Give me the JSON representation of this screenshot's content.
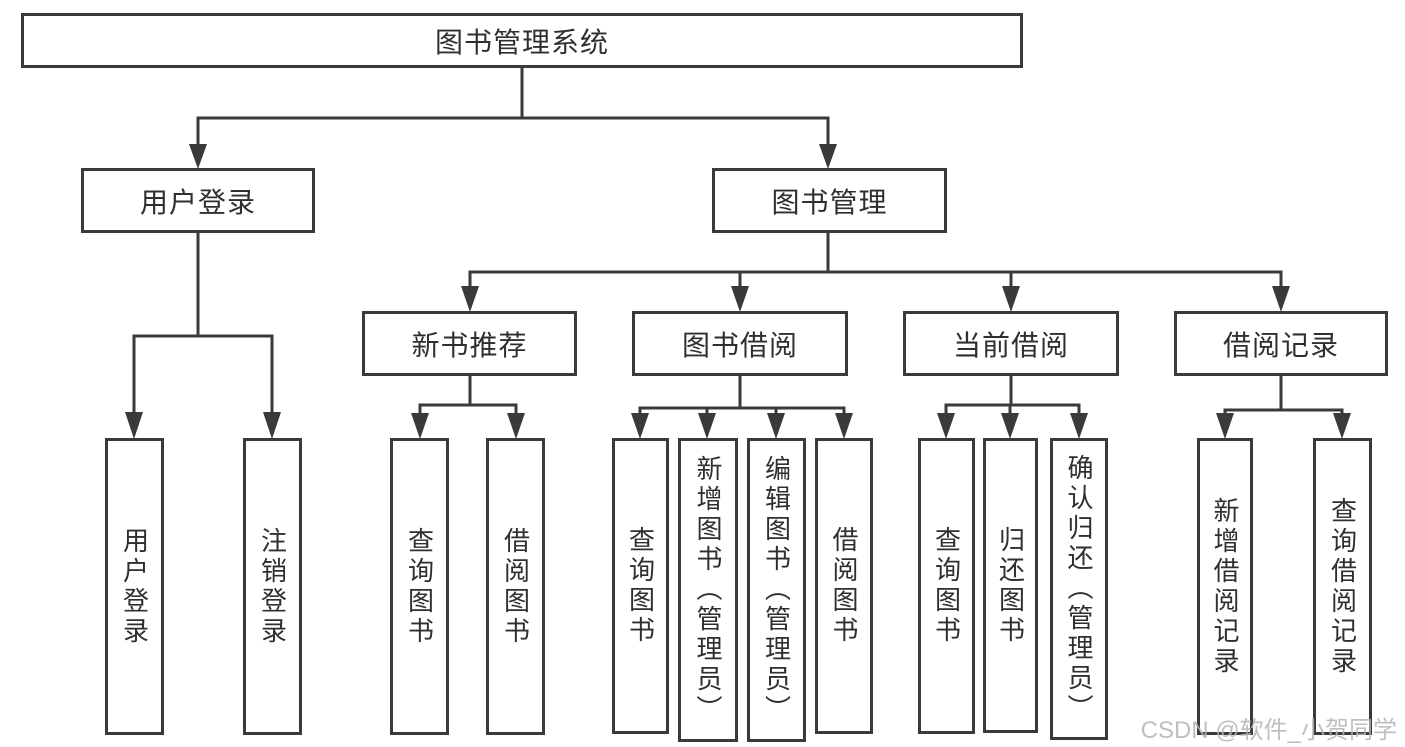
{
  "diagram": {
    "root_label": "图书管理系统",
    "branches": [
      {
        "label": "用户登录",
        "children": [
          {
            "label": "用户登录"
          },
          {
            "label": "注销登录"
          }
        ]
      },
      {
        "label": "图书管理",
        "children": [
          {
            "label": "新书推荐",
            "children": [
              {
                "label": "查询图书"
              },
              {
                "label": "借阅图书"
              }
            ]
          },
          {
            "label": "图书借阅",
            "children": [
              {
                "label": "查询图书"
              },
              {
                "label": "新增图书（管理员）"
              },
              {
                "label": "编辑图书（管理员）"
              },
              {
                "label": "借阅图书"
              }
            ]
          },
          {
            "label": "当前借阅",
            "children": [
              {
                "label": "查询图书"
              },
              {
                "label": "归还图书"
              },
              {
                "label": "确认归还（管理员）"
              }
            ]
          },
          {
            "label": "借阅记录",
            "children": [
              {
                "label": "新增借阅记录"
              },
              {
                "label": "查询借阅记录"
              }
            ]
          }
        ]
      }
    ],
    "watermark": "CSDN @软件_小贺同学",
    "colors": {
      "line": "#3a3a3a",
      "text": "#2f2f2f",
      "watermark": "#b5b5b5",
      "background": "#ffffff"
    }
  }
}
